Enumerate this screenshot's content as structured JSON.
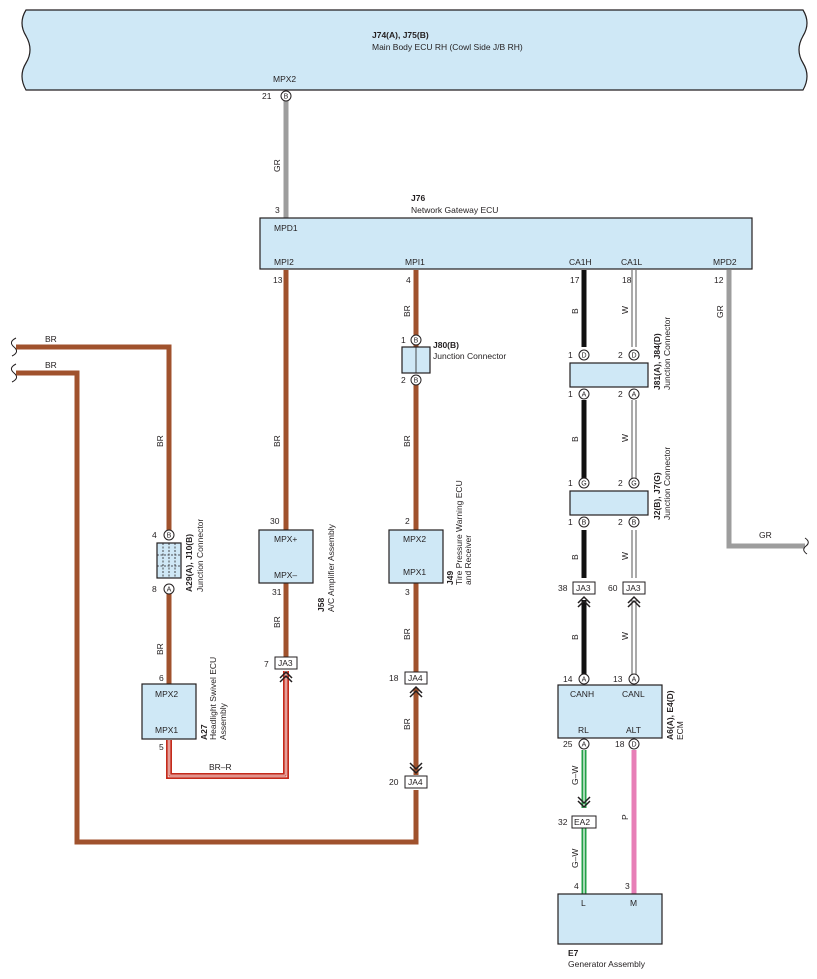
{
  "main_ecu": {
    "code": "J74(A), J75(B)",
    "name": "Main Body ECU RH (Cowl Side J/B RH)",
    "terminal": "MPX2",
    "pin": "21",
    "conn": "B"
  },
  "gateway": {
    "code": "J76",
    "name": "Network Gateway ECU",
    "terminals": [
      "MPD1",
      "MPI2",
      "MPI1",
      "CA1H",
      "CA1L",
      "MPD2"
    ],
    "pins": [
      "3",
      "13",
      "4",
      "17",
      "18",
      "12"
    ]
  },
  "wire_colors": {
    "gr": "GR",
    "br": "BR",
    "b": "B",
    "w": "W",
    "brr": "BR–R",
    "gw": "G–W",
    "p": "P"
  },
  "j80": {
    "code": "J80(B)",
    "name": "Junction Connector",
    "pins": [
      "1",
      "2"
    ],
    "conns": [
      "B",
      "B"
    ]
  },
  "j81": {
    "code": "J81(A), J84(D)",
    "name": "Junction Connector",
    "pins": [
      "1",
      "2",
      "1",
      "2"
    ],
    "conns": [
      "D",
      "D",
      "A",
      "A"
    ]
  },
  "j2": {
    "code": "J2(B), J7(G)",
    "name": "Junction Connector",
    "pins": [
      "1",
      "2",
      "1",
      "2"
    ],
    "conns": [
      "G",
      "G",
      "B",
      "B"
    ]
  },
  "a29": {
    "code": "A29(A), J10(B)",
    "name": "Junction Connector",
    "pins": [
      "4",
      "8"
    ],
    "conns": [
      "B",
      "A"
    ]
  },
  "j58": {
    "code": "J58",
    "name": "A/C Amplifier Assembly",
    "terminals": [
      "MPX+",
      "MPX–"
    ],
    "pins": [
      "30",
      "31"
    ]
  },
  "j49": {
    "code": "J49",
    "name": "Tire Pressure Warning ECU and Receiver",
    "name_line1": "Tire Pressure Warning ECU",
    "name_line2": "and Receiver",
    "terminals": [
      "MPX2",
      "MPX1"
    ],
    "pins": [
      "2",
      "3"
    ]
  },
  "a27": {
    "code": "A27",
    "name": "Headlight Swivel ECU Assembly",
    "name_line1": "Headlight Swivel ECU",
    "name_line2": "Assembly",
    "terminals": [
      "MPX2",
      "MPX1"
    ],
    "pins": [
      "6",
      "5"
    ]
  },
  "ecm": {
    "code": "A6(A), E4(D)",
    "name": "ECM",
    "terminals": [
      "CANH",
      "CANL",
      "RL",
      "ALT"
    ],
    "pins": [
      "14",
      "13",
      "25",
      "18"
    ],
    "conns": [
      "A",
      "A",
      "A",
      "D"
    ]
  },
  "gen": {
    "code": "E7",
    "name": "Generator Assembly",
    "terminals": [
      "L",
      "M"
    ],
    "pins": [
      "4",
      "3"
    ]
  },
  "joints": {
    "ja3": "JA3",
    "ja4": "JA4",
    "ea2": "EA2",
    "ja3_left_pin": "7",
    "ja3_b_pin": "38",
    "ja3_w_pin": "60",
    "ja4_top_pin": "18",
    "ja4_bot_pin": "20",
    "ea2_pin": "32"
  },
  "colors": {
    "box": "#cfe8f6",
    "brown": "#a0522d",
    "gray": "#9d9d9d",
    "black": "#111111",
    "green": "#23a047",
    "pink": "#e77fb7",
    "red": "#c42b1c"
  }
}
